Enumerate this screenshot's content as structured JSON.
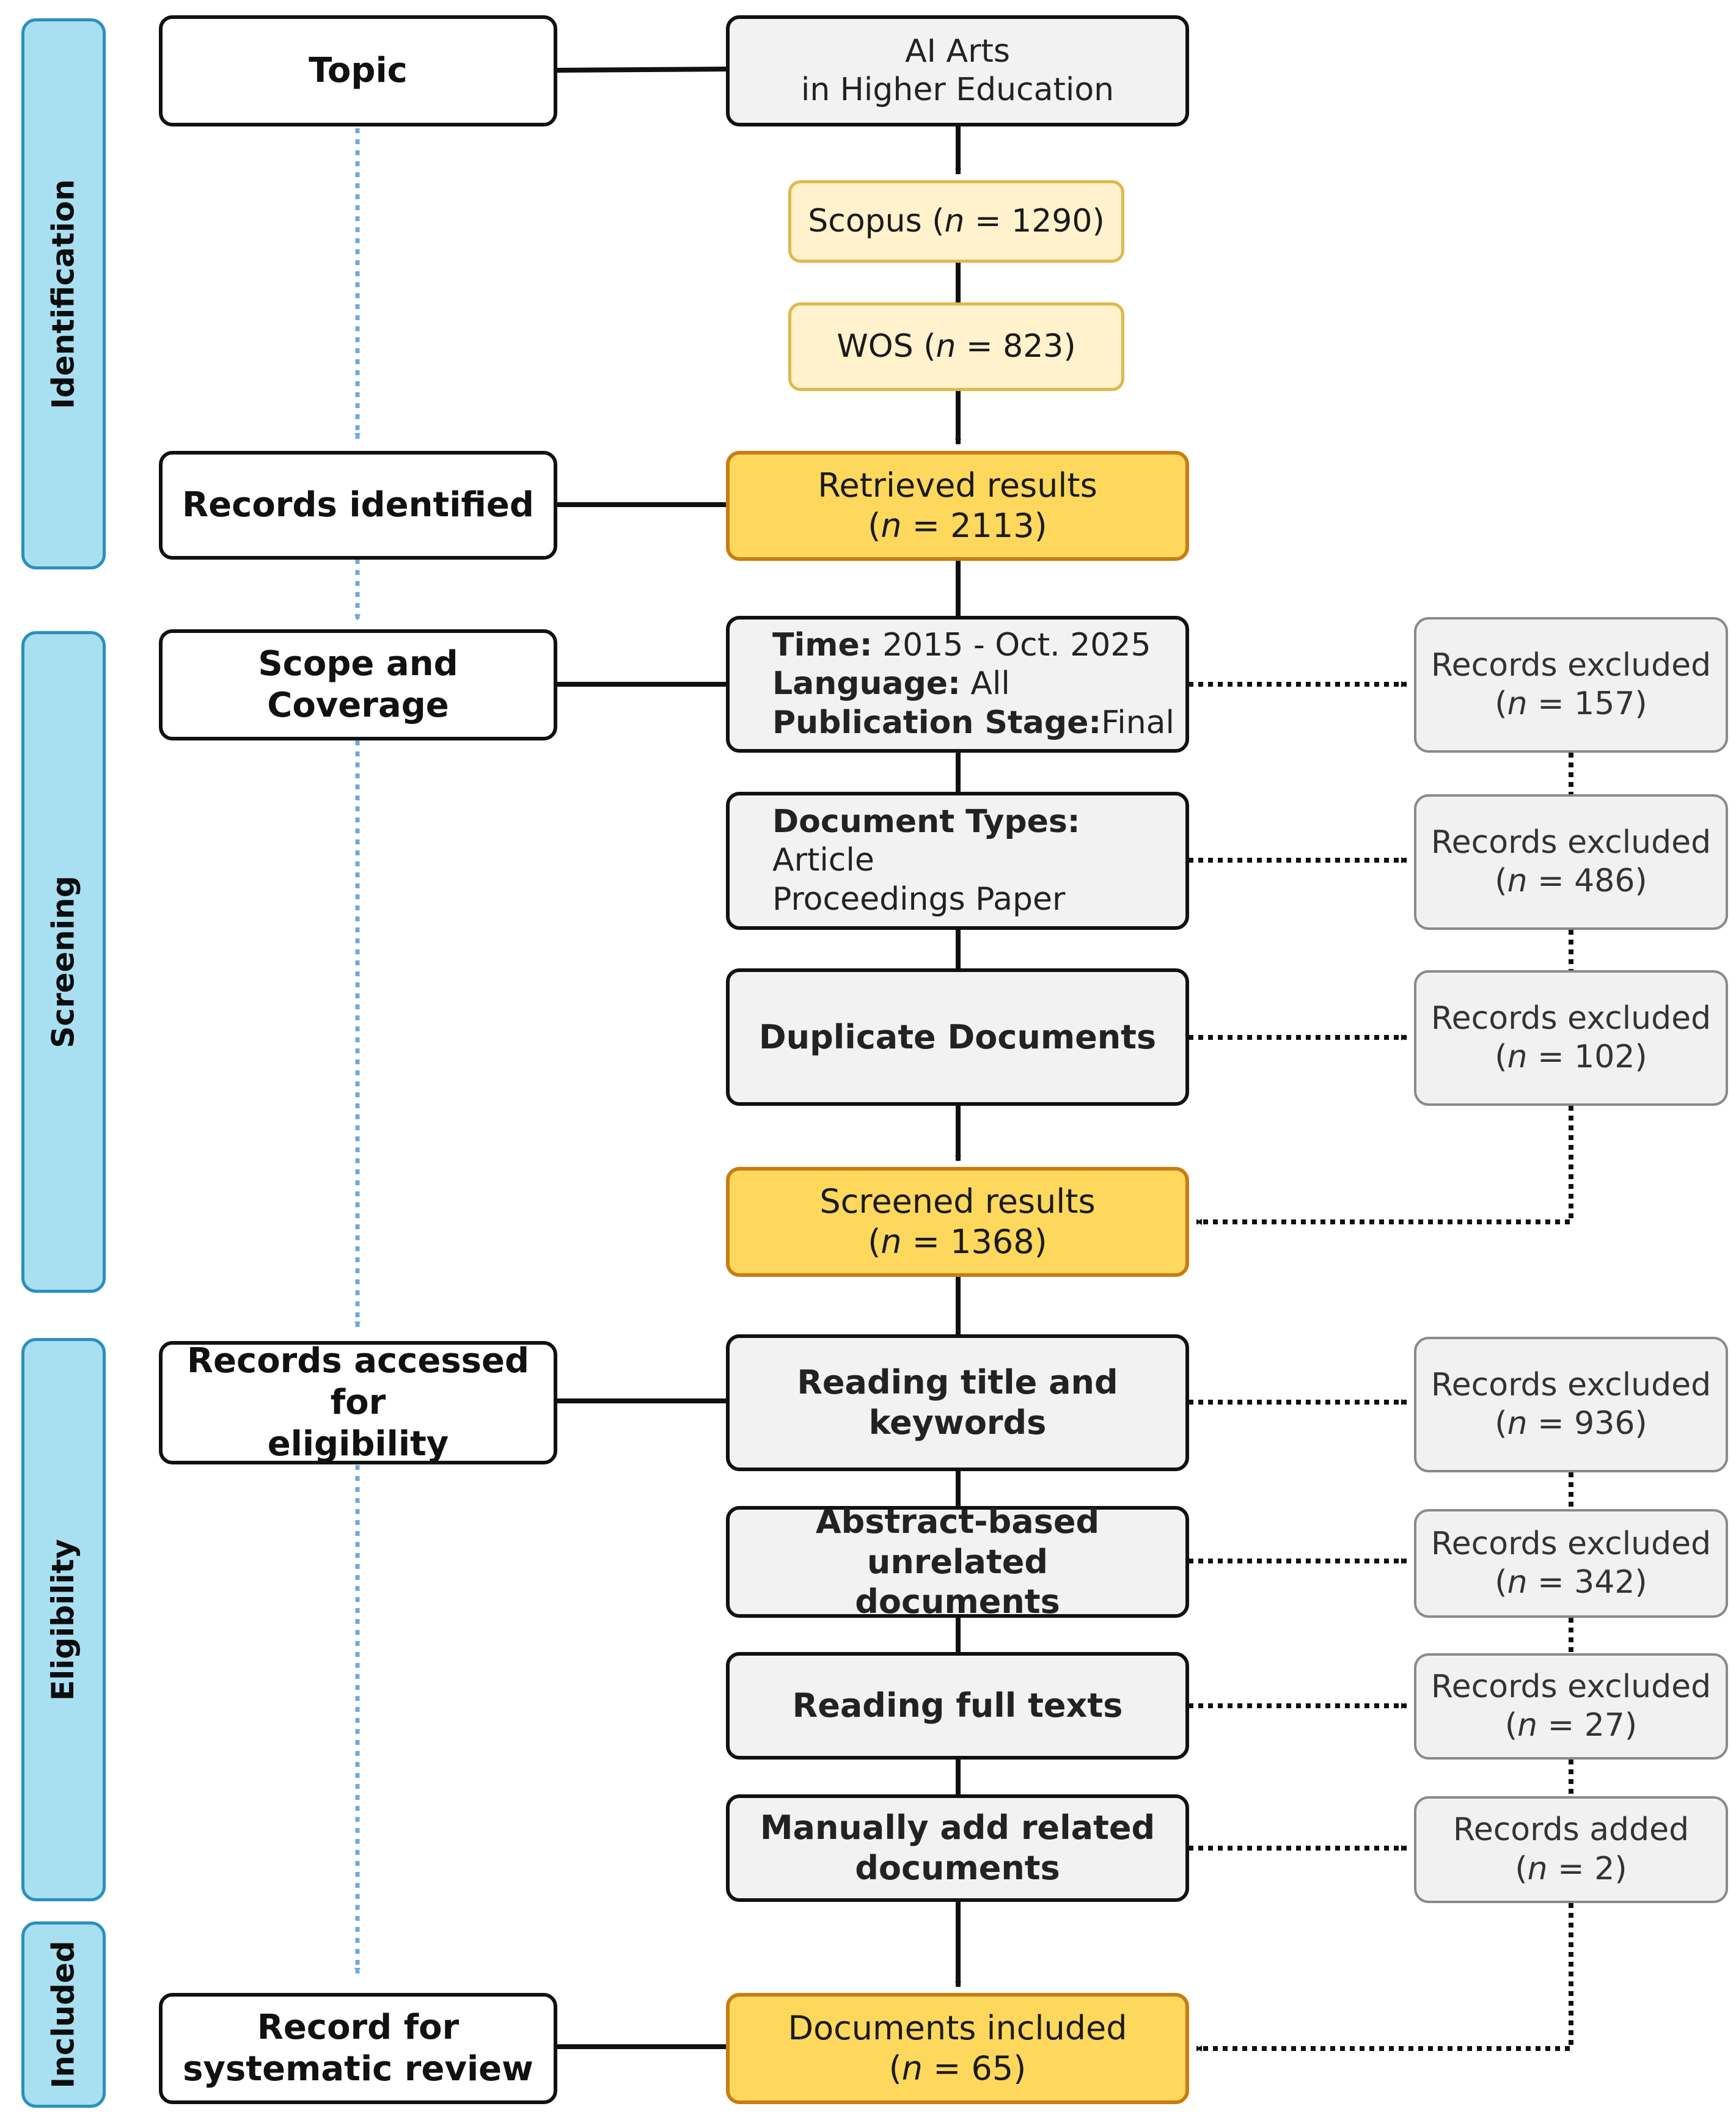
{
  "phases": {
    "identification": "Identification",
    "screening": "Screening",
    "eligibility": "Eligibility",
    "included": "Included"
  },
  "left": {
    "topic": "Topic",
    "records_identified": "Records identified",
    "scope_coverage": "Scope and Coverage",
    "records_accessed": [
      "Records accessed for",
      "eligibility"
    ],
    "record_review": [
      "Record for",
      "systematic review"
    ]
  },
  "main": {
    "topic_value": [
      "AI Arts",
      "in Higher Education"
    ],
    "scopus": {
      "label": "Scopus (",
      "n": "n",
      "value": " = 1290)"
    },
    "wos": {
      "label": "WOS (",
      "n": "n",
      "value": " = 823)"
    },
    "retrieved": {
      "label": "Retrieved results",
      "open": "(",
      "n": "n",
      "value": " = 2113)"
    },
    "scope": {
      "time_label": "Time:",
      "time_value": " 2015 - Oct. 2025",
      "language_label": "Language:",
      "language_value": " All",
      "stage_label": "Publication Stage:",
      "stage_value": "Final"
    },
    "doc_types": {
      "label": "Document Types:",
      "items": [
        "Article",
        "Proceedings Paper"
      ]
    },
    "duplicates": "Duplicate Documents",
    "screened": {
      "label": "Screened results",
      "open": "(",
      "n": "n",
      "value": " = 1368)"
    },
    "reading_title": "Reading title and keywords",
    "abstract": [
      "Abstract-based unrelated",
      "documents"
    ],
    "full_texts": "Reading full texts",
    "manual": [
      "Manually add related",
      "documents"
    ],
    "included": {
      "label": "Documents included",
      "open": "(",
      "n": "n",
      "value": " = 65)"
    }
  },
  "side": [
    {
      "label": "Records excluded",
      "open": "(",
      "n": "n",
      "value": " = 157)"
    },
    {
      "label": "Records excluded",
      "open": "(",
      "n": "n",
      "value": " = 486)"
    },
    {
      "label": "Records excluded",
      "open": "(",
      "n": "n",
      "value": " = 102)"
    },
    {
      "label": "Records excluded",
      "open": "(",
      "n": "n",
      "value": " = 936)"
    },
    {
      "label": "Records excluded",
      "open": "(",
      "n": "n",
      "value": " = 342)"
    },
    {
      "label": "Records excluded",
      "open": "(",
      "n": "n",
      "value": " = 27)"
    },
    {
      "label": "Records added",
      "open": "(",
      "n": "n",
      "value": " = 2)"
    }
  ],
  "colors": {
    "phase_fill": "#a8e0f2",
    "phase_border": "#2c8fbf",
    "source_fill": "#fff2cc",
    "result_fill": "#fdd85d",
    "result_border": "#c87d12",
    "process_fill": "#f2f2f2",
    "excluded_border": "#8a8a8a",
    "dotted_arrow": "#6fa8e0"
  }
}
